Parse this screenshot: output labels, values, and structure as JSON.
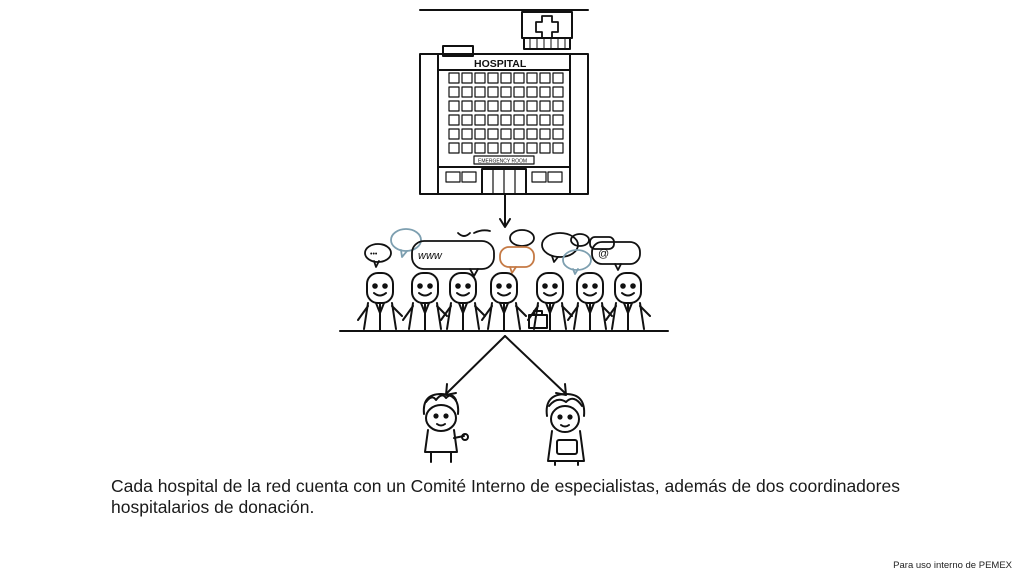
{
  "illustration": {
    "hospital_sign": "HOSPITAL",
    "emergency_sign": "EMERGENCY ROOM",
    "bubble_www": "www",
    "bubble_at": "@",
    "bubble_dots": "•••"
  },
  "caption": "Cada hospital de la red cuenta con un Comité Interno de especialistas, además de dos coordinadores hospitalarios de donación.",
  "footer": "Para  uso interno de PEMEX",
  "colors": {
    "ink": "#111111",
    "bubble_blue": "#7d9fb0",
    "bubble_orange": "#c57a45"
  }
}
